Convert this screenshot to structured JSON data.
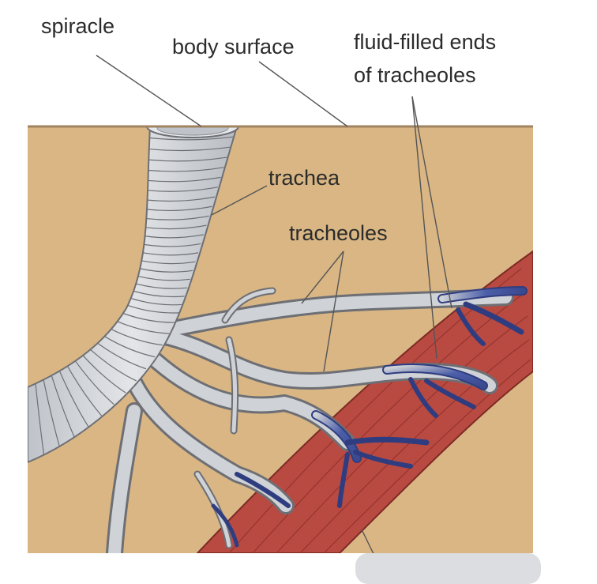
{
  "labels": {
    "spiracle": "spiracle",
    "body_surface": "body surface",
    "fluid_filled_line1": "fluid-filled ends",
    "fluid_filled_line2": "of tracheoles",
    "trachea": "trachea",
    "tracheoles": "tracheoles"
  },
  "colors": {
    "body_tissue": "#d9b684",
    "body_surface_line": "#a08462",
    "muscle": "#b84a42",
    "muscle_stripe": "#8e2f29",
    "tube_fill": "#cfd2d7",
    "tube_outline": "#6d6f74",
    "fluid_end": "#4b5ea8",
    "leader_line": "#555555"
  }
}
